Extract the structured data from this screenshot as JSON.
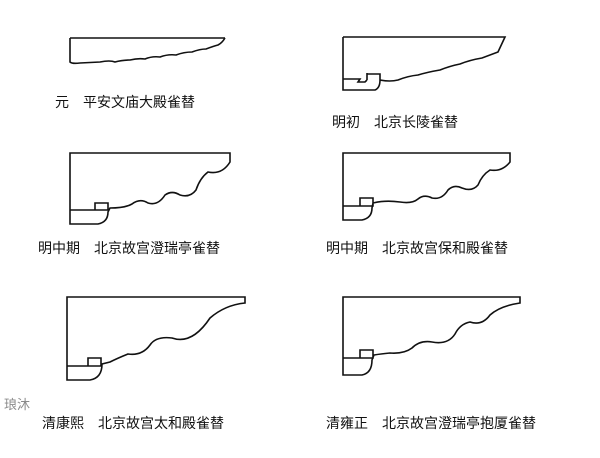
{
  "watermark": "琅沐",
  "figures": [
    {
      "period": "元",
      "name": "平安文庙大殿雀替"
    },
    {
      "period": "明初",
      "name": "北京长陵雀替"
    },
    {
      "period": "明中期",
      "name": "北京故宫澄瑞亭雀替"
    },
    {
      "period": "明中期",
      "name": "北京故宫保和殿雀替"
    },
    {
      "period": "清康熙",
      "name": "北京故宫太和殿雀替"
    },
    {
      "period": "清雍正",
      "name": "北京故宫澄瑞亭抱厦雀替"
    }
  ]
}
